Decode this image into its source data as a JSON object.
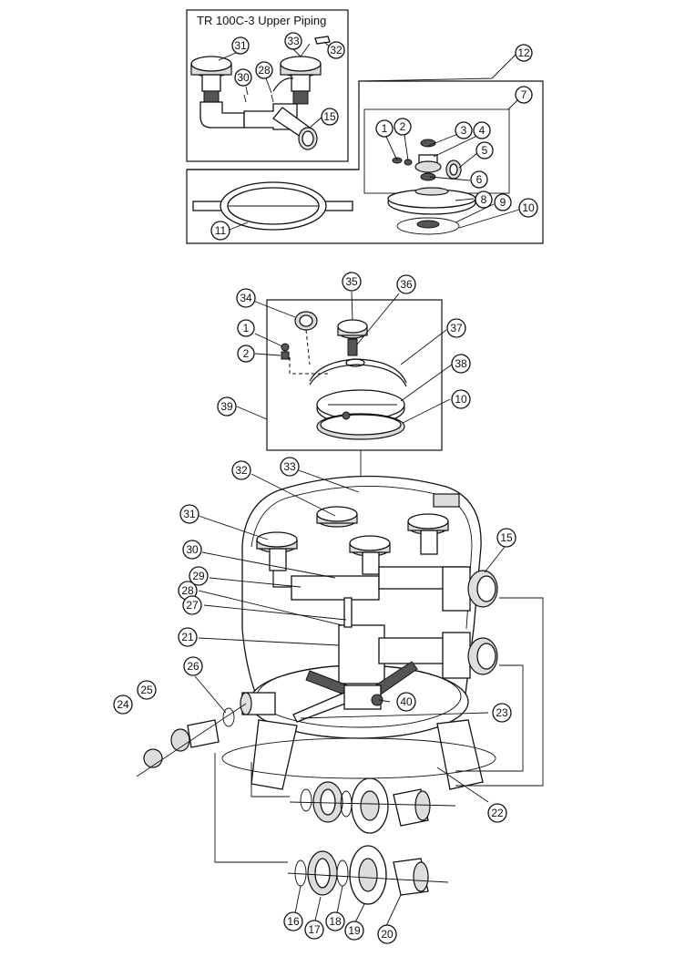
{
  "inset_title": "TR 100C-3 Upper Piping",
  "callouts": [
    {
      "label": "31"
    },
    {
      "label": "33"
    },
    {
      "label": "32"
    },
    {
      "label": "30"
    },
    {
      "label": "28"
    },
    {
      "label": "15"
    },
    {
      "label": "12"
    },
    {
      "label": "7"
    },
    {
      "label": "1"
    },
    {
      "label": "2"
    },
    {
      "label": "3"
    },
    {
      "label": "4"
    },
    {
      "label": "5"
    },
    {
      "label": "6"
    },
    {
      "label": "8"
    },
    {
      "label": "9"
    },
    {
      "label": "10"
    },
    {
      "label": "11"
    },
    {
      "label": "35"
    },
    {
      "label": "34"
    },
    {
      "label": "36"
    },
    {
      "label": "1"
    },
    {
      "label": "37"
    },
    {
      "label": "2"
    },
    {
      "label": "38"
    },
    {
      "label": "10"
    },
    {
      "label": "39"
    },
    {
      "label": "32"
    },
    {
      "label": "33"
    },
    {
      "label": "31"
    },
    {
      "label": "15"
    },
    {
      "label": "30"
    },
    {
      "label": "29"
    },
    {
      "label": "28"
    },
    {
      "label": "27"
    },
    {
      "label": "21"
    },
    {
      "label": "26"
    },
    {
      "label": "25"
    },
    {
      "label": "24"
    },
    {
      "label": "40"
    },
    {
      "label": "23"
    },
    {
      "label": "22"
    },
    {
      "label": "16"
    },
    {
      "label": "17"
    },
    {
      "label": "18"
    },
    {
      "label": "19"
    },
    {
      "label": "20"
    }
  ]
}
